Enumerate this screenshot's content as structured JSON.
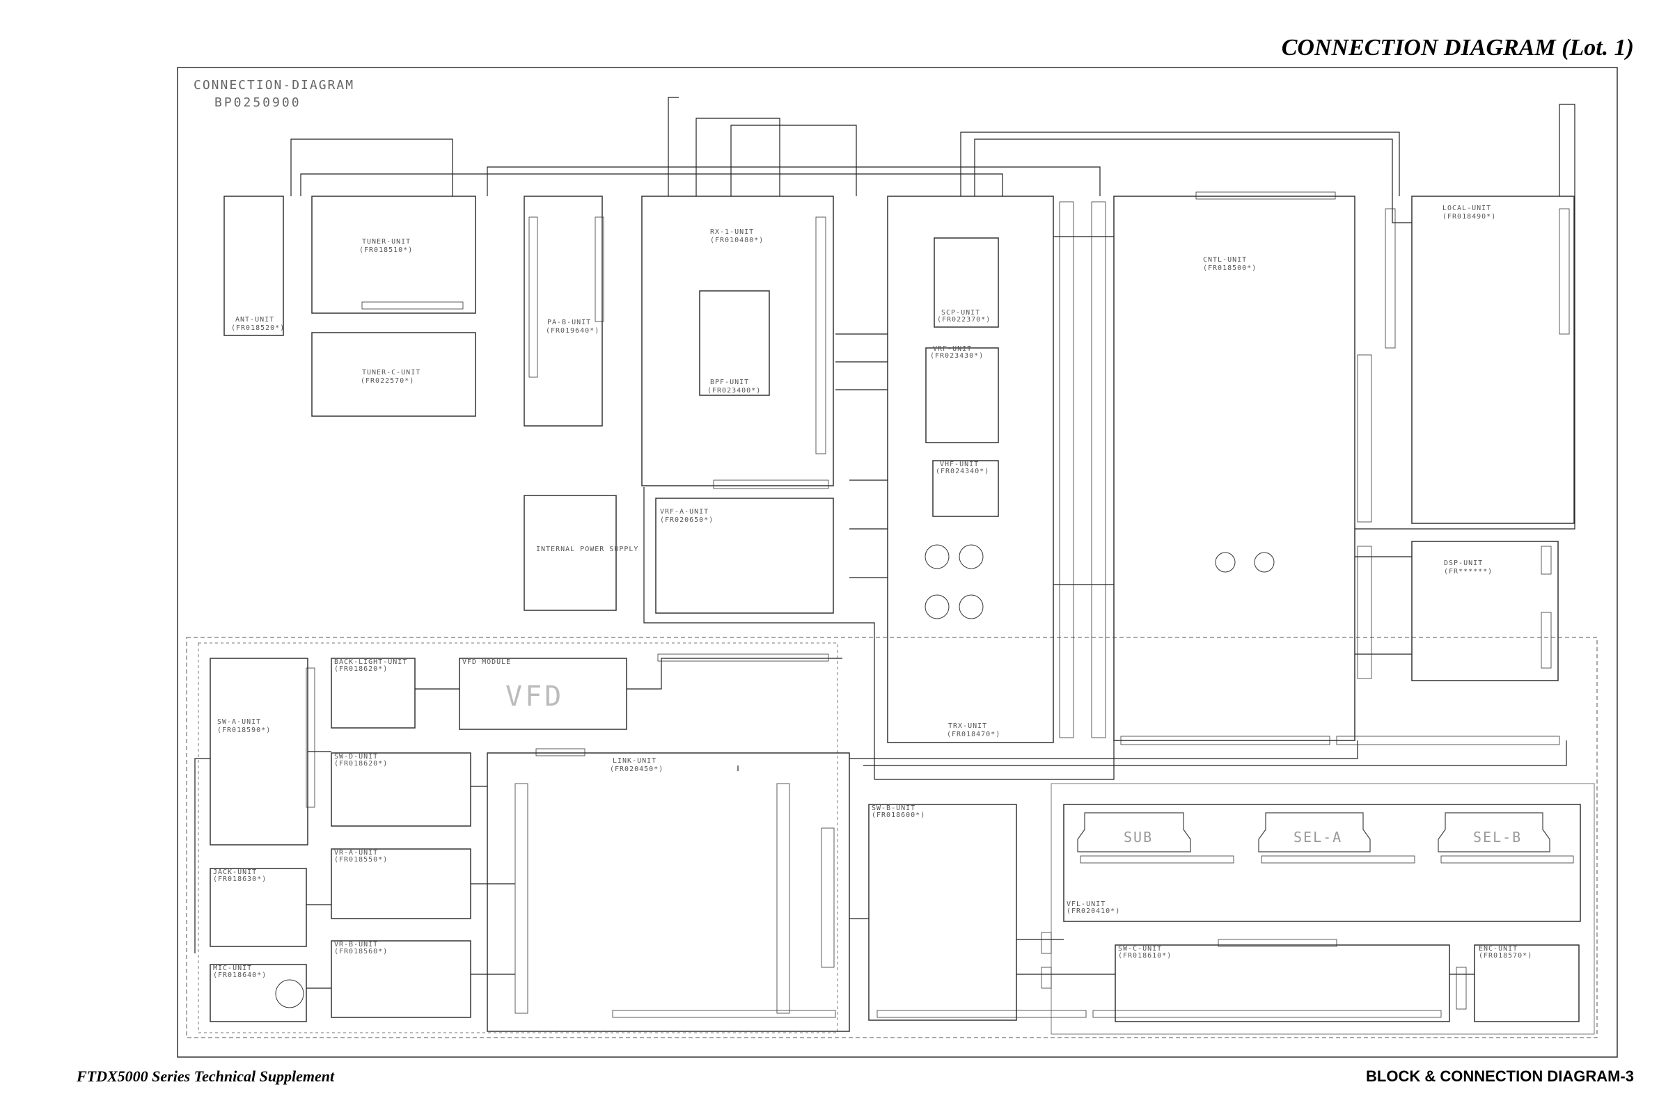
{
  "page": {
    "title": "CONNECTION DIAGRAM  (Lot. 1)",
    "footer_left": "FTDX5000 Series Technical Supplement",
    "footer_right": "BLOCK & CONNECTION DIAGRAM-3"
  },
  "diagram": {
    "header_title": "CONNECTION-DIAGRAM",
    "header_code": "BP0250900",
    "units": [
      {
        "id": "ant",
        "name": "ANT-UNIT",
        "part": "(FR018520*)"
      },
      {
        "id": "tuner",
        "name": "TUNER-UNIT",
        "part": "(FR018510*)"
      },
      {
        "id": "tuner_c",
        "name": "TUNER-C-UNIT",
        "part": "(FR022570*)"
      },
      {
        "id": "pa_b",
        "name": "PA-B-UNIT",
        "part": "(FR019640*)"
      },
      {
        "id": "psu",
        "name": "INTERNAL POWER SUPPLY",
        "part": ""
      },
      {
        "id": "rx1",
        "name": "RX-1-UNIT",
        "part": "(FR010480*)"
      },
      {
        "id": "bpf",
        "name": "BPF-UNIT",
        "part": "(FR023400*)"
      },
      {
        "id": "vrf_a",
        "name": "VRF-A-UNIT",
        "part": "(FR020650*)"
      },
      {
        "id": "scp",
        "name": "SCP-UNIT",
        "part": "(FR022370*)"
      },
      {
        "id": "vrf",
        "name": "VRF-UNIT",
        "part": "(FR023430*)"
      },
      {
        "id": "vhf",
        "name": "VHF-UNIT",
        "part": "(FR024340*)"
      },
      {
        "id": "trx",
        "name": "TRX-UNIT",
        "part": "(FR018470*)"
      },
      {
        "id": "cntl",
        "name": "CNTL-UNIT",
        "part": "(FR018500*)"
      },
      {
        "id": "local",
        "name": "LOCAL-UNIT",
        "part": "(FR018490*)"
      },
      {
        "id": "dsp",
        "name": "DSP-UNIT",
        "part": "(FR******)"
      },
      {
        "id": "sw_a",
        "name": "SW-A-UNIT",
        "part": "(FR018590*)"
      },
      {
        "id": "backlight",
        "name": "BACK-LIGHT-UNIT",
        "part": "(FR018620*)"
      },
      {
        "id": "vfd",
        "name": "VFD MODULE",
        "part": ""
      },
      {
        "id": "sw_d",
        "name": "SW-D-UNIT",
        "part": "(FR018620*)"
      },
      {
        "id": "link",
        "name": "LINK-UNIT",
        "part": "(FR020450*)"
      },
      {
        "id": "jack",
        "name": "JACK-UNIT",
        "part": "(FR018630*)"
      },
      {
        "id": "vr_a",
        "name": "VR-A-UNIT",
        "part": "(FR018550*)"
      },
      {
        "id": "mic",
        "name": "MIC-UNIT",
        "part": "(FR018640*)"
      },
      {
        "id": "vr_b",
        "name": "VR-B-UNIT",
        "part": "(FR018560*)"
      },
      {
        "id": "sw_b",
        "name": "SW-B-UNIT",
        "part": "(FR018600*)"
      },
      {
        "id": "vfl",
        "name": "VFL-UNIT",
        "part": "(FR020410*)"
      },
      {
        "id": "sw_c",
        "name": "SW-C-UNIT",
        "part": "(FR018610*)"
      },
      {
        "id": "enc",
        "name": "ENC-UNIT",
        "part": "(FR018570*)"
      }
    ],
    "vfd_label": "VFD",
    "displays": [
      "SUB",
      "SEL-A",
      "SEL-B"
    ]
  }
}
